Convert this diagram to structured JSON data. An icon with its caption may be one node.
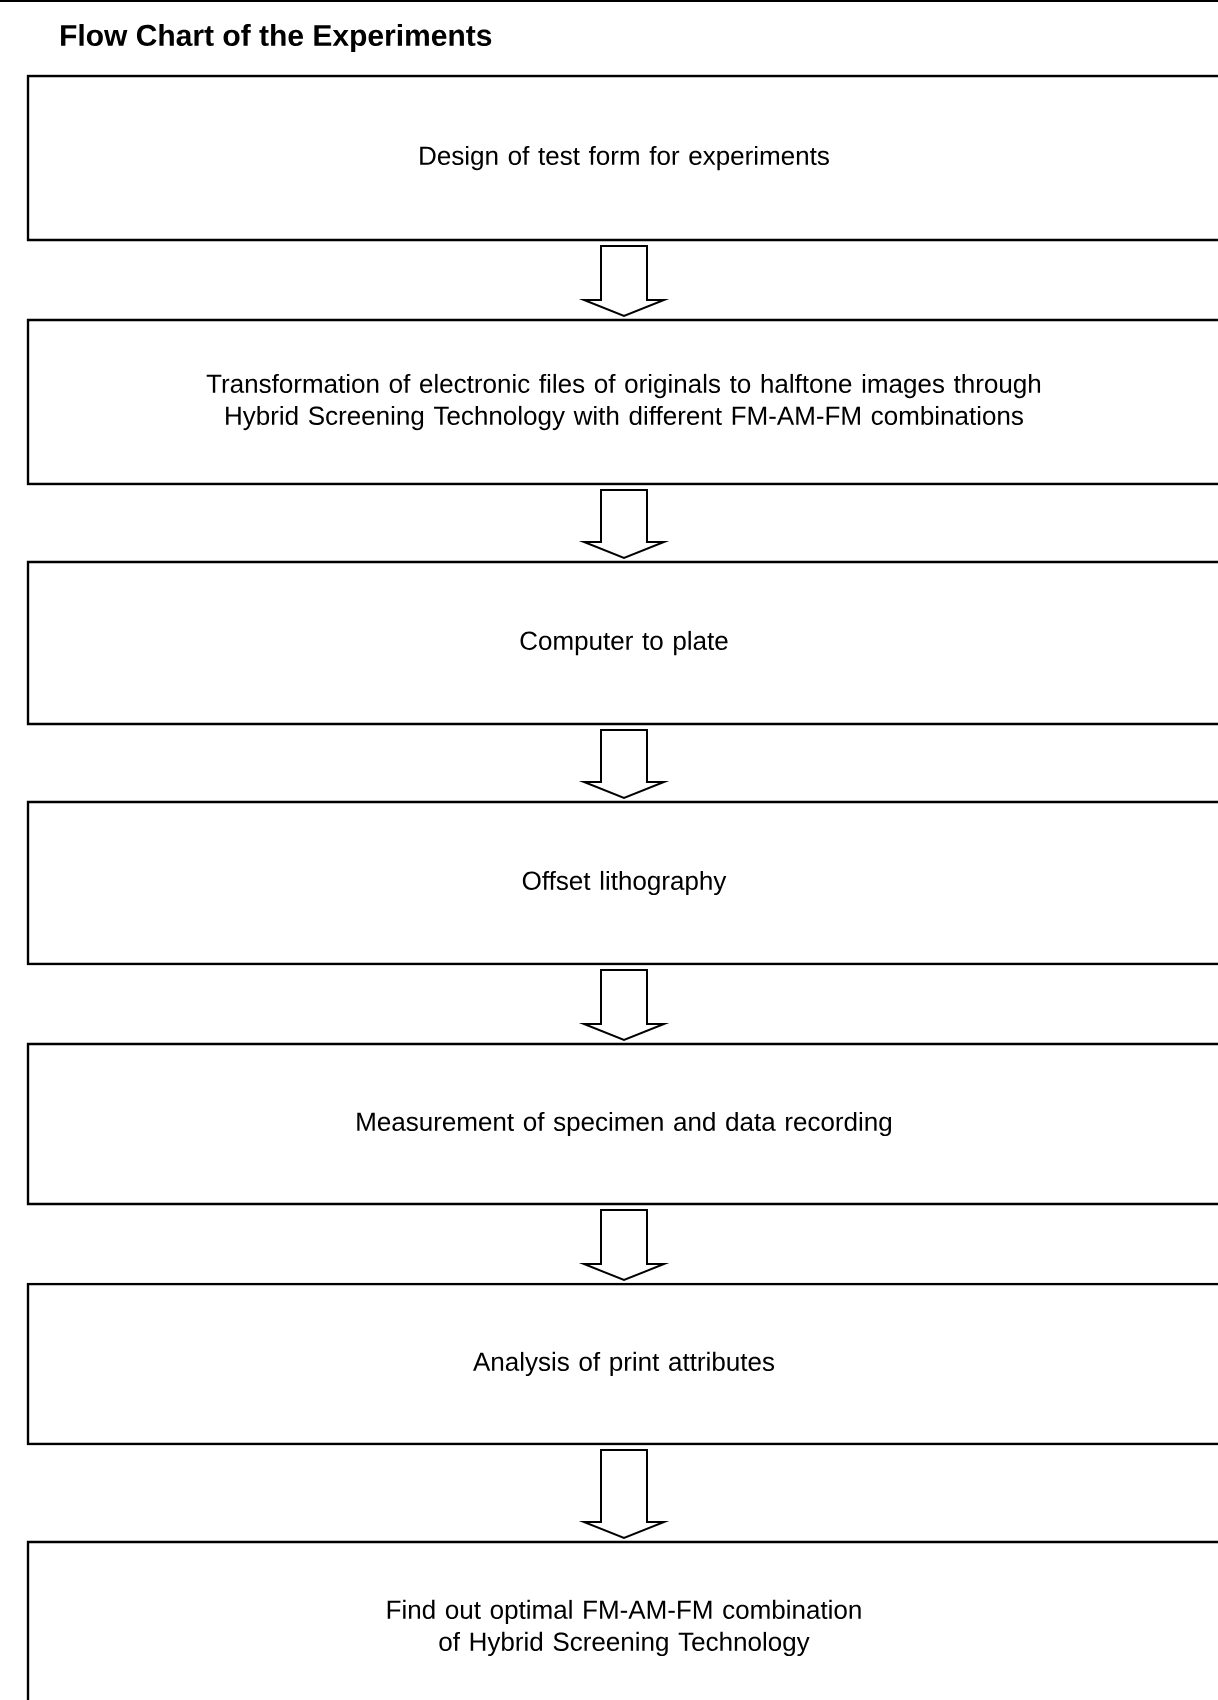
{
  "diagram": {
    "title": "Flow Chart of the Experiments",
    "nodes": [
      {
        "text": [
          "Design of test form for experiments"
        ]
      },
      {
        "text": [
          "Transformation of electronic files of originals to halftone images through Hybrid Screening Technology with different FM-AM-FM combinations"
        ]
      },
      {
        "text": [
          "Computer to plate"
        ]
      },
      {
        "text": [
          "Offset lithography"
        ]
      },
      {
        "text": [
          "Measurement of specimen and data recording"
        ]
      },
      {
        "text": [
          "Analysis of print attributes"
        ]
      },
      {
        "text": [
          "Find out optimal FM-AM-FM combination of Hybrid Screening Technology"
        ]
      }
    ],
    "edges": [
      {
        "from": 0,
        "to": 1,
        "arrow": "to"
      },
      {
        "from": 1,
        "to": 2,
        "arrow": "to"
      },
      {
        "from": 2,
        "to": 3,
        "arrow": "to"
      },
      {
        "from": 3,
        "to": 4,
        "arrow": "to"
      },
      {
        "from": 4,
        "to": 5,
        "arrow": "to"
      },
      {
        "from": 5,
        "to": 6,
        "arrow": "to"
      }
    ]
  }
}
